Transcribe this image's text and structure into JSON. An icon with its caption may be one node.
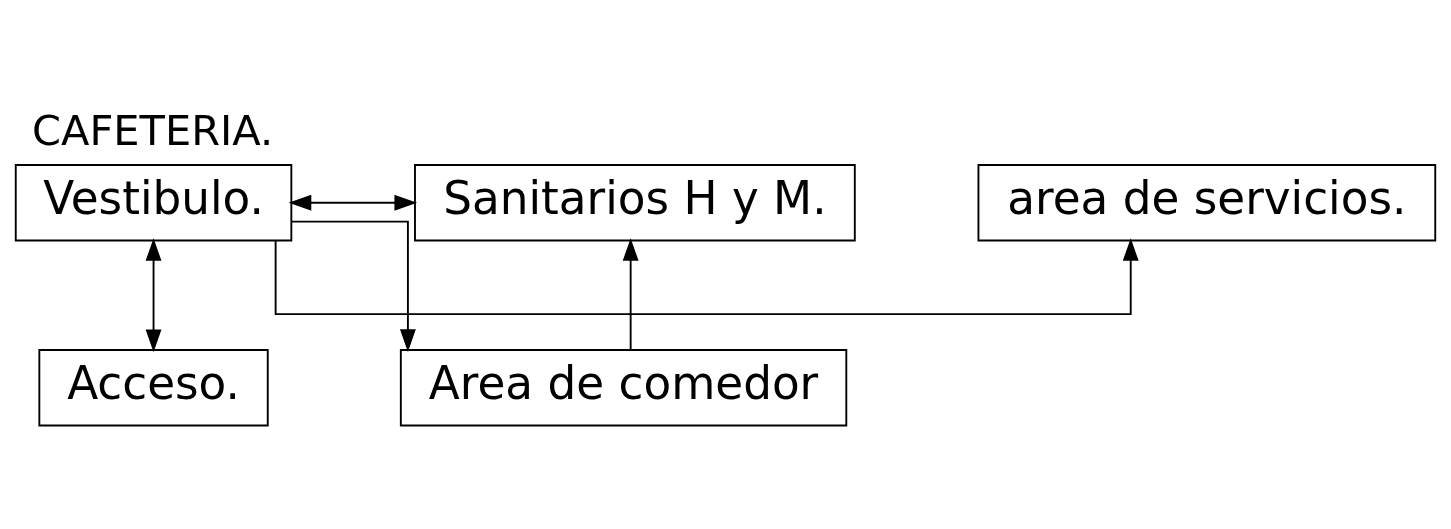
{
  "diagram": {
    "title": "CAFETERIA.",
    "nodes": [
      {
        "text": [
          "Acceso."
        ]
      },
      {
        "text": [
          "area de servicios."
        ]
      },
      {
        "text": [
          "Vestibulo."
        ]
      },
      {
        "text": [
          "Sanitarios H y M."
        ]
      },
      {
        "text": [
          "Area de comedor"
        ]
      }
    ],
    "edges": [
      {
        "from": 2,
        "to": 0,
        "arrow": "both"
      },
      {
        "from": 2,
        "to": 1,
        "arrow": "to"
      },
      {
        "from": 2,
        "to": 3,
        "arrow": "both"
      },
      {
        "from": 2,
        "to": 4,
        "arrow": "to"
      },
      {
        "from": 4,
        "to": 3,
        "arrow": "to"
      }
    ]
  }
}
